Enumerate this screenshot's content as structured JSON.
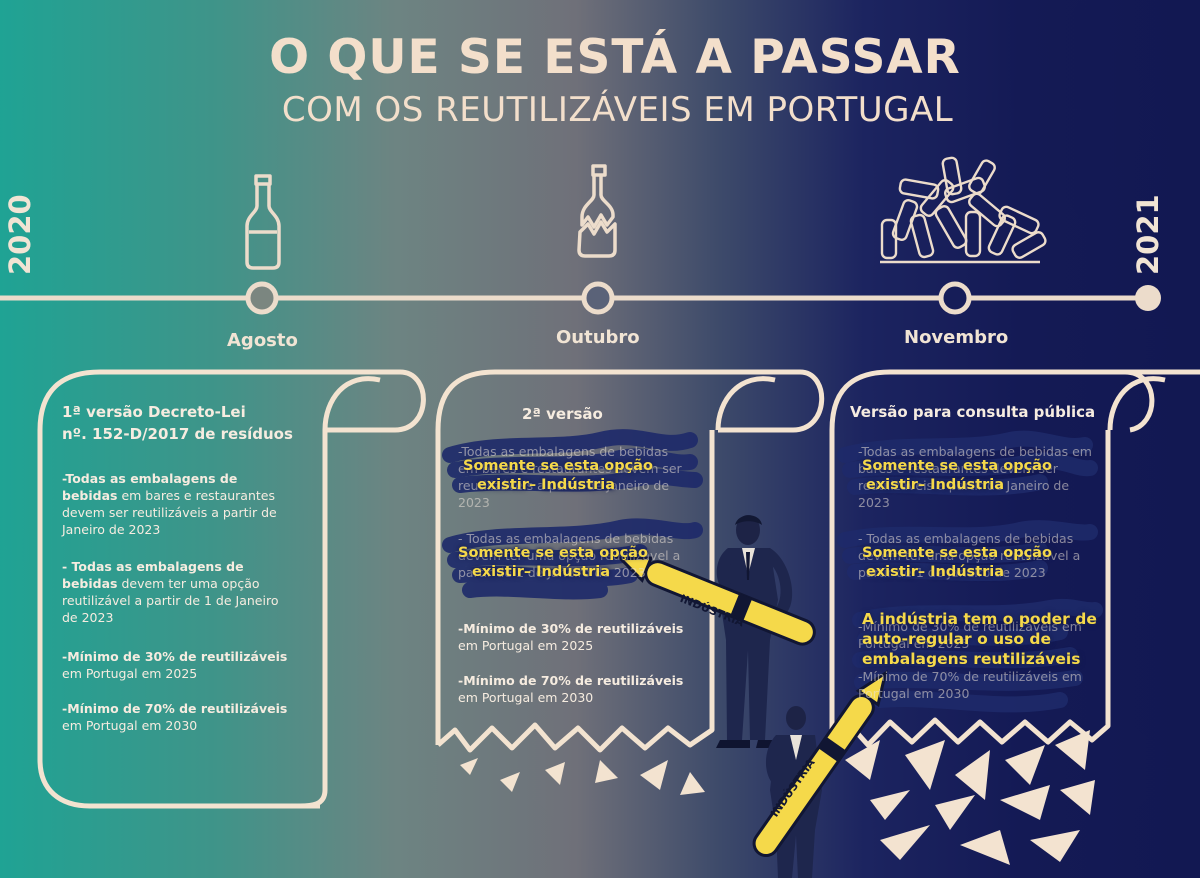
{
  "header": {
    "title_part1": "O QUE SE",
    "title_part2": "ESTÁ A PASSAR",
    "subtitle": "COM OS REUTILIZÁVEIS EM PORTUGAL"
  },
  "timeline": {
    "year_start": "2020",
    "year_end": "2021",
    "months": [
      "Agosto",
      "Outubro",
      "Novembro"
    ]
  },
  "scroll1": {
    "title_line1": "1ª versão Decreto-Lei",
    "title_line2": "nº. 152-D/2017 de resíduos",
    "p1_bold": "-Todas as embalagens de bebidas",
    "p1_rest": " em bares e restaurantes devem ser reutilizáveis a partir de Janeiro de 2023",
    "p2_bold": "- Todas as embalagens de bebidas",
    "p2_rest": " devem ter uma opção reutilizável a partir de 1 de Janeiro de 2023",
    "p3_bold": "-Mínimo de 30% de reutilizáveis",
    "p3_rest": " em Portugal em 2025",
    "p4_bold": "-Mínimo de 70% de reutilizáveis",
    "p4_rest": " em Portugal em 2030"
  },
  "scroll2": {
    "title": "2ª versão",
    "p1_dim": "-Todas as embalagens de bebidas em bares e restaurantes devem ser reutilizáveis a partir de Janeiro de 2023",
    "p2_dim": "- Todas as embalagens de bebidas devem ter uma opção reutilizável a partir de 1 de Janeiro de 2023",
    "p3_bold": "-Mínimo de 30% de reutilizáveis",
    "p3_rest": " em Portugal em 2025",
    "p4_bold": "-Mínimo de 70% de reutilizáveis",
    "p4_rest": " em Portugal em 2030"
  },
  "scroll3": {
    "title": "Versão para consulta pública",
    "p1_dim": "-Todas as embalagens de bebidas em bares e restaurantes devem ser reutilizáveis a partir de Janeiro de 2023",
    "p2_dim": "- Todas as embalagens de bebidas devem ter uma opção reutilizável a partir de 1 de Janeiro de 2023",
    "p3_dim": "-Mínimo de 30% de reutilizáveis em Portugal em 2025",
    "p4_dim": "-Mínimo de 70% de reutilizáveis em Portugal em 2030"
  },
  "annotations": {
    "industry_option_line1": "Somente se esta opção",
    "industry_option_line2": "existir– Indústria",
    "self_regulate_line1": "A indústria tem o poder de",
    "self_regulate_line2": "auto-regular o uso de",
    "self_regulate_line3": "embalagens reutilizáveis",
    "pen_label": "INDÚSTRIA"
  },
  "colors": {
    "cream": "#f1e4d4",
    "highlight_yellow": "#f5d94a",
    "scribble_navy": "#1f2a6b",
    "bg_left": "#1fa394",
    "bg_right": "#121852"
  }
}
